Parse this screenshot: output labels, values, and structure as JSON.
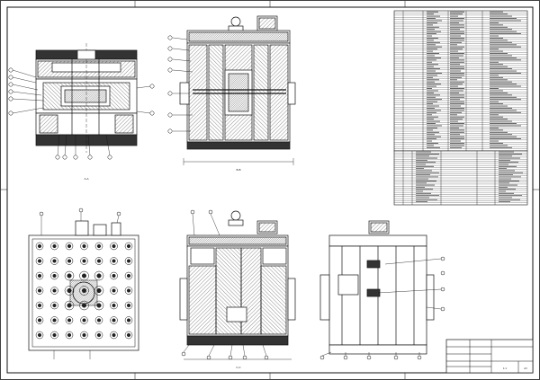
{
  "drawing": {
    "title": "",
    "views": [
      {
        "id": "view-top-left",
        "caption": "A-A"
      },
      {
        "id": "view-top-center",
        "caption": "B-B"
      },
      {
        "id": "view-bottom-left",
        "caption": ""
      },
      {
        "id": "view-bottom-center",
        "caption": "C-C"
      },
      {
        "id": "view-bottom-right",
        "caption": ""
      }
    ],
    "sheet_size": "A3",
    "scale": "1:1",
    "bom_rows_main": 64,
    "bom_rows_secondary": 26
  },
  "colors": {
    "line": "#111111",
    "hatch": "#444444",
    "background": "#ffffff"
  }
}
